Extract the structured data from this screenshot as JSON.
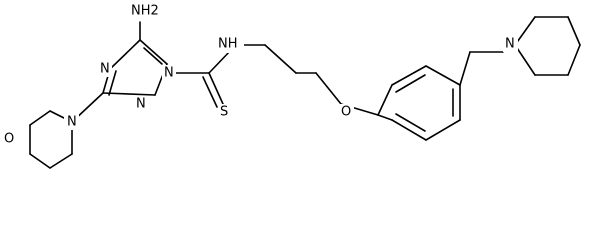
{
  "molecule": {
    "atom_labels": {
      "nh2": "NH2",
      "triazole_n1": "N",
      "triazole_n2": "N",
      "triazole_n4": "N",
      "morpholine_n": "N",
      "morpholine_o": "O",
      "amide_nh": "NH",
      "thione_s": "S",
      "ether_o": "O",
      "piperidine_n": "N"
    }
  }
}
